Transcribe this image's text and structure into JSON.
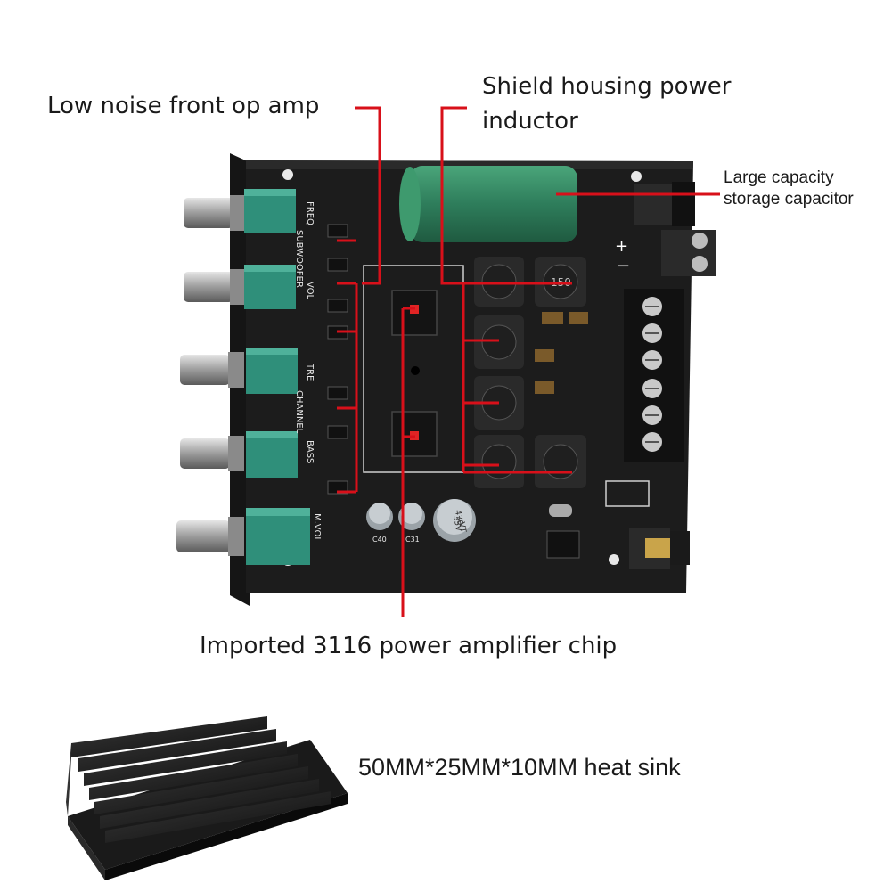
{
  "callouts": {
    "op_amp": "Low noise front op amp",
    "inductor_line1": "Shield housing power",
    "inductor_line2": "inductor",
    "capacitor_line1": "Large capacity",
    "capacitor_line2": "storage capacitor",
    "chip": "Imported 3116 power amplifier chip",
    "heat_sink": "50MM*25MM*10MM heat sink"
  },
  "knob_labels": [
    "FREQ",
    "SUBWOOFER",
    "VOL",
    "TRE",
    "CHANNEL",
    "BASS",
    "M.VOL"
  ],
  "board_markings": {
    "inductor_marking": "150",
    "cap_small_1": "C40",
    "cap_small_2": "C31",
    "cap_large_text_1": "470",
    "cap_large_text_2": "35V",
    "cap_large_text_3": "VT",
    "power_plus": "+",
    "power_minus": "−"
  },
  "colors": {
    "callout_line": "#d8101a",
    "board": "#1c1c1c",
    "knob_body": "#2f8f7a",
    "big_cap": "#2e7d5b"
  }
}
